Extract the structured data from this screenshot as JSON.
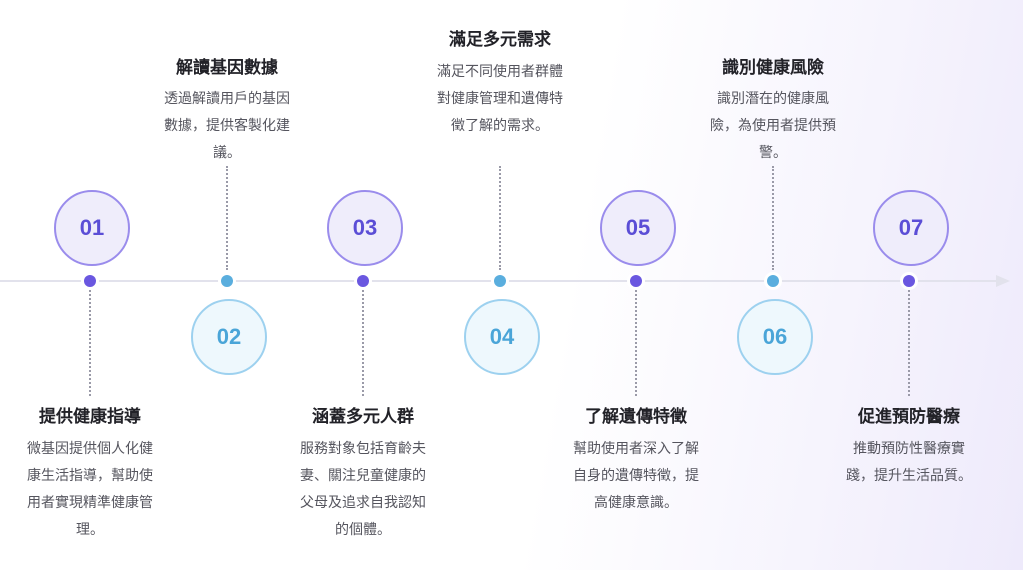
{
  "steps": [
    {
      "number": "01",
      "title": "提供健康指導",
      "desc": "微基因提供個人化健康生活指導，幫助使用者實現精準健康管理。"
    },
    {
      "number": "02",
      "title": "解讀基因數據",
      "desc": "透過解讀用戶的基因數據，提供客製化建議。"
    },
    {
      "number": "03",
      "title": "涵蓋多元人群",
      "desc": "服務對象包括育齡夫妻、關注兒童健康的父母及追求自我認知的個體。"
    },
    {
      "number": "04",
      "title": "滿足多元需求",
      "desc": "滿足不同使用者群體對健康管理和遺傳特徵了解的需求。"
    },
    {
      "number": "05",
      "title": "了解遺傳特徵",
      "desc": "幫助使用者深入了解自身的遺傳特徵，提高健康意識。"
    },
    {
      "number": "06",
      "title": "識別健康風險",
      "desc": "識別潛在的健康風險，為使用者提供預警。"
    },
    {
      "number": "07",
      "title": "促進預防醫療",
      "desc": "推動預防性醫療實踐，提升生活品質。"
    }
  ],
  "colors": {
    "purple": "#6a57e0",
    "blue": "#5aaede",
    "axis": "#e2e2ec"
  }
}
